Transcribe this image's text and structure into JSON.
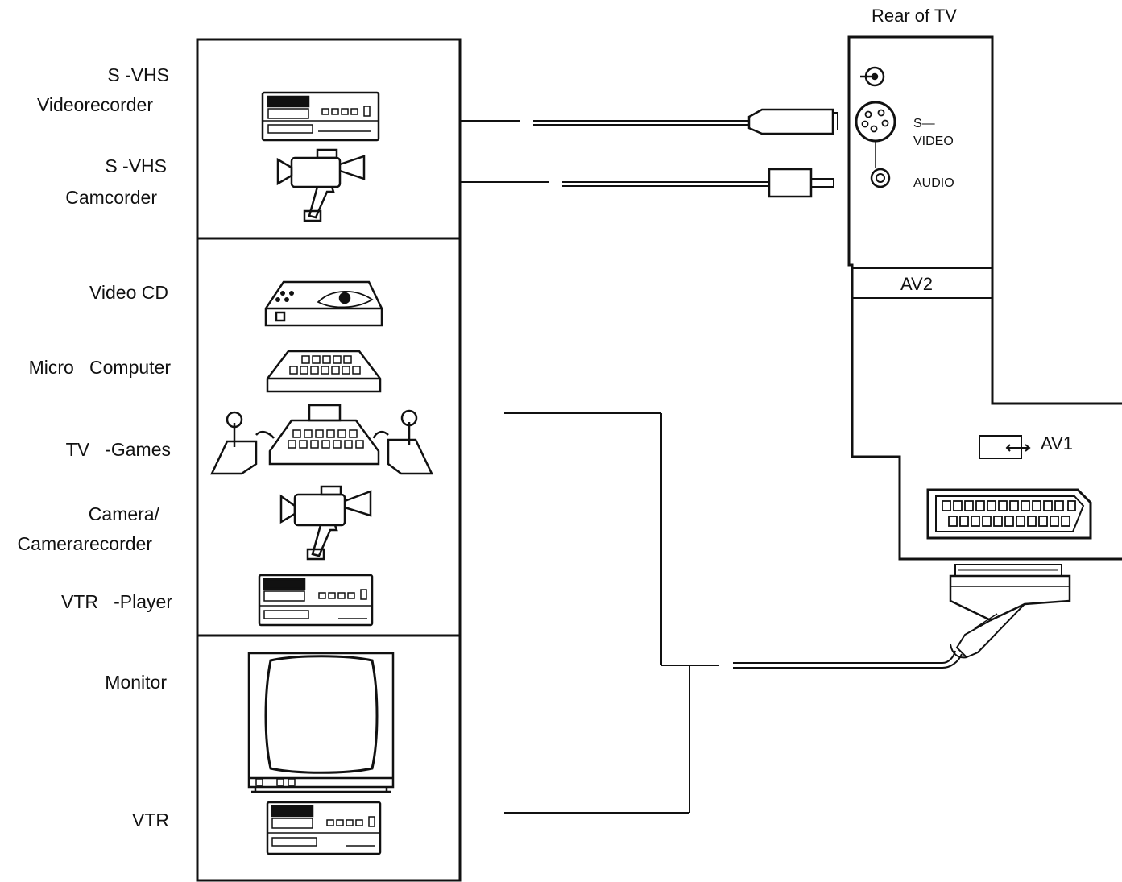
{
  "devices": {
    "svhs_videorecorder": [
      "S -VHS",
      "Videorecorder"
    ],
    "svhs_camcorder": [
      "S -VHS",
      "Camcorder"
    ],
    "video_cd": "Video CD",
    "micro_computer": "Micro   Computer",
    "tv_games": "TV   -Games",
    "camera": [
      "Camera/",
      "Camerarecorder"
    ],
    "vtr_player": "VTR   -Player",
    "monitor": "Monitor",
    "vtr": "VTR"
  },
  "tv": {
    "title": "Rear of TV",
    "svideo_label": [
      "S—",
      "VIDEO"
    ],
    "audio_label": "AUDIO",
    "av2_label": "AV2",
    "av1_label": "AV1"
  }
}
